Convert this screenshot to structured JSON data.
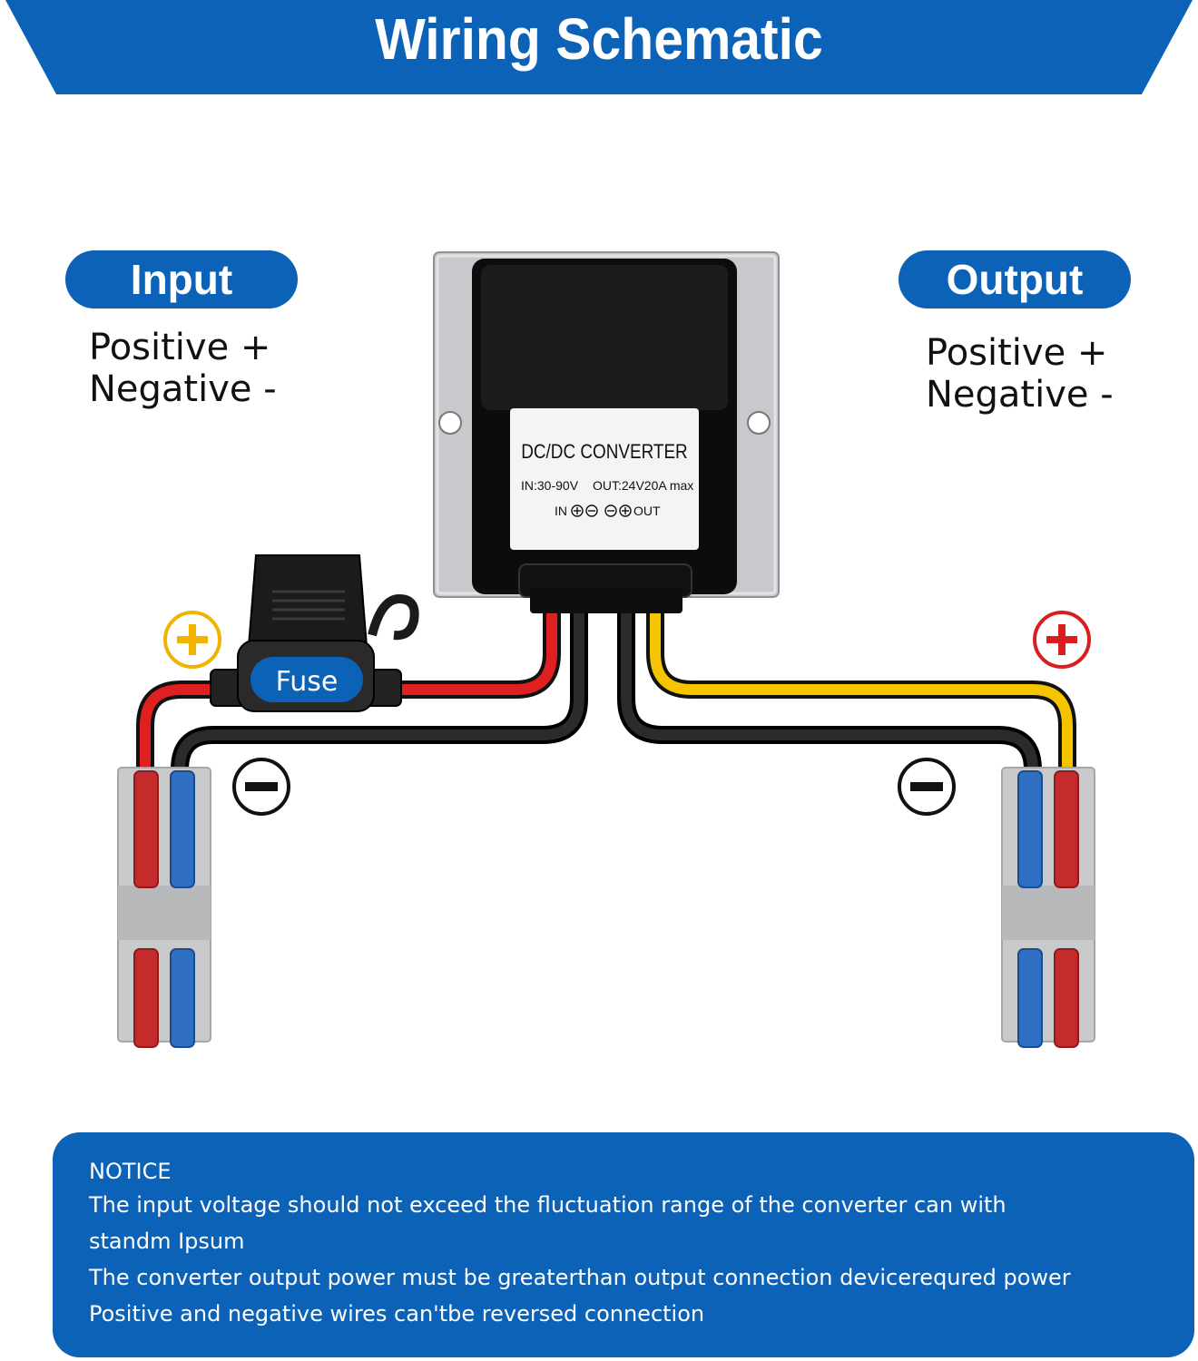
{
  "title": "Wiring Schematic",
  "input": {
    "label": "Input",
    "positive": "Positive +",
    "negative": "Negative -"
  },
  "output": {
    "label": "Output",
    "positive": "Positive +",
    "negative": "Negative -"
  },
  "converter": {
    "name": "DC/DC CONVERTER",
    "input_spec": "IN:30-90V",
    "output_spec": "OUT:24V20A max",
    "terminals_in": "IN",
    "terminals_out": "OUT"
  },
  "fuse_label": "Fuse",
  "notice": {
    "title": "NOTICE",
    "lines": [
      "The input voltage should not exceed the fluctuation range of the converter can with",
      "standm Ipsum",
      "The converter output power must be greaterthan output connection devicerequred power",
      "Positive and negative wires can'tbe reversed connection"
    ]
  },
  "colors": {
    "brand_blue": "#0b62b6",
    "wire_red": "#e02020",
    "wire_black": "#1a1a1a",
    "wire_yellow": "#f5c400",
    "input_plus": "#f0b400",
    "output_plus": "#d81e1e"
  }
}
